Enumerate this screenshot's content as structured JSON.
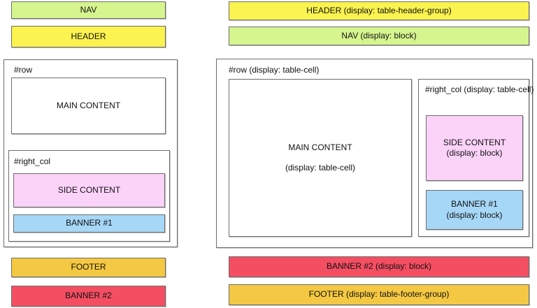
{
  "title": "CSS display property layout comparison diagram",
  "colors": {
    "nav_green": "#d6f58f",
    "header_yellow": "#fbf34f",
    "side_pink": "#fbd2f8",
    "banner1_blue": "#a6d7f7",
    "footer_orange": "#f4c842",
    "banner2_red": "#f44e63",
    "border_gray": "#6d6d6d",
    "page_background": "#ffffff",
    "text": "#111111"
  },
  "left_diagram": {
    "nav": {
      "label": "NAV"
    },
    "header": {
      "label": "HEADER"
    },
    "row": {
      "label": "#row"
    },
    "main_content": {
      "label": "MAIN CONTENT"
    },
    "right_col": {
      "label": "#right_col"
    },
    "side_content": {
      "label": "SIDE CONTENT"
    },
    "banner1": {
      "label": "BANNER #1"
    },
    "footer": {
      "label": "FOOTER"
    },
    "banner2": {
      "label": "BANNER #2"
    }
  },
  "right_diagram": {
    "header": {
      "label": "HEADER (display: table-header-group)"
    },
    "nav": {
      "label": "NAV (display: block)"
    },
    "row": {
      "label": "#row (display: table-cell)"
    },
    "main_content": {
      "label": "MAIN CONTENT",
      "display_note": "(display: table-cell)"
    },
    "right_col": {
      "label": "#right_col",
      "display_note": "(display: table-cell)"
    },
    "side_content": {
      "label": "SIDE CONTENT",
      "display_note": "(display: block)"
    },
    "banner1": {
      "label": "BANNER #1",
      "display_note": "(display: block)"
    },
    "banner2": {
      "label": "BANNER #2 (display: block)"
    },
    "footer": {
      "label": "FOOTER (display: table-footer-group)"
    }
  }
}
